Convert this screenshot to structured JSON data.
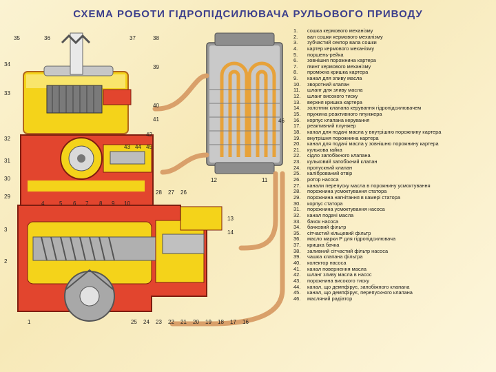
{
  "title": "СХЕМА РОБОТИ ГІДРОПІДСИЛЮВАЧА РУЛЬОВОГО ПРИВОДУ",
  "colors": {
    "background": "#fbf3d2",
    "title": "#3c3f8c",
    "housing_red": "#e2452e",
    "oil_yellow": "#f4d31a",
    "pipe_tan": "#d9a06a",
    "steel_grey": "#a8a8a8"
  },
  "callouts": {
    "c36": "36",
    "c37": "37",
    "c38": "38",
    "c35": "35",
    "c34": "34",
    "c33": "33",
    "c39": "39",
    "c40": "40",
    "c41": "41",
    "c42": "42",
    "c1": "1",
    "c2": "2",
    "c3": "3",
    "c4": "4",
    "c5": "5",
    "c6": "6",
    "c7": "7",
    "c8": "8",
    "c9": "9",
    "c10": "10",
    "c11": "11",
    "c12": "12",
    "c13": "13",
    "c14": "14",
    "c16": "16",
    "c17": "17",
    "c18": "18",
    "c19": "19",
    "c20": "20",
    "c21": "21",
    "c22": "22",
    "c23": "23",
    "c24": "24",
    "c25": "25",
    "c26": "26",
    "c27": "27",
    "c28": "28",
    "c29": "29",
    "c30": "30",
    "c31": "31",
    "c32": "32",
    "c43": "43",
    "c44": "44",
    "c45": "45",
    "c46": "46"
  },
  "legend": [
    {
      "num": "1.",
      "text": "сошка кермового механізму"
    },
    {
      "num": "2.",
      "text": "вал сошки кермового механізму"
    },
    {
      "num": "3.",
      "text": "зубчастий сектор вала сошки"
    },
    {
      "num": "4.",
      "text": "картер кермового механізму"
    },
    {
      "num": "5.",
      "text": "поршень-рейка"
    },
    {
      "num": "6.",
      "text": "зовнішня порожнина картера"
    },
    {
      "num": "7.",
      "text": "гвинт кермового механізму"
    },
    {
      "num": "8.",
      "text": "проміжна кришка картера"
    },
    {
      "num": "9.",
      "text": "канал для зливу масла"
    },
    {
      "num": "10.",
      "text": "зворотний клапан"
    },
    {
      "num": "11.",
      "text": "шланг для зливу масла"
    },
    {
      "num": "12.",
      "text": "шланг високого тиску"
    },
    {
      "num": "13.",
      "text": "верхня кришка картера"
    },
    {
      "num": "14.",
      "text": "золотник клапана керування гідропідсилювачем"
    },
    {
      "num": "15.",
      "text": "пружина реактивного плунжера"
    },
    {
      "num": "16.",
      "text": "корпус клапана керування"
    },
    {
      "num": "17.",
      "text": "реактивний плунжер"
    },
    {
      "num": "18.",
      "text": "канал для подачі масла у внутрішню порожнину картера"
    },
    {
      "num": "19.",
      "text": "внутрішня порожнина картера"
    },
    {
      "num": "20.",
      "text": "канал для подачі масла у зовнішню порожнину картера"
    },
    {
      "num": "21.",
      "text": "кулькова гайка"
    },
    {
      "num": "22.",
      "text": "сідло запобіжного клапана"
    },
    {
      "num": "23.",
      "text": "кульковий запобіжний клапан"
    },
    {
      "num": "24.",
      "text": "пропускний клапан"
    },
    {
      "num": "25.",
      "text": "калібрований отвір"
    },
    {
      "num": "26.",
      "text": "ротор насоса"
    },
    {
      "num": "27.",
      "text": "канали перепуску масла в порожнину усмоктування"
    },
    {
      "num": "28.",
      "text": "порожнина усмоктування статора"
    },
    {
      "num": "29.",
      "text": "порожнина нагнітання в камері статора"
    },
    {
      "num": "30.",
      "text": "корпус статора"
    },
    {
      "num": "31.",
      "text": "порожнина усмоктування насоса"
    },
    {
      "num": "32.",
      "text": "канал подачі масла"
    },
    {
      "num": "33.",
      "text": "бачок насоса"
    },
    {
      "num": "34.",
      "text": "бачковий фільтр"
    },
    {
      "num": "35.",
      "text": "сітчастий кільцевий фільтр"
    },
    {
      "num": "36.",
      "text": "масло марки Р для гідропідсилювача"
    },
    {
      "num": "37.",
      "text": "кришка бачка"
    },
    {
      "num": "38.",
      "text": "заливний сітчастий фільтр насоса"
    },
    {
      "num": "39.",
      "text": "чашка клапана фільтра"
    },
    {
      "num": "40.",
      "text": "колектор насоса"
    },
    {
      "num": "41.",
      "text": "канал повернення масла"
    },
    {
      "num": "42.",
      "text": "шланг зливу масла в насос"
    },
    {
      "num": "43.",
      "text": "порожнина високого тиску"
    },
    {
      "num": "44.",
      "text": "канал, що демпфірує, запобіжного клапана"
    },
    {
      "num": "45.",
      "text": "канал, що демпфірує, перепускного клапана"
    },
    {
      "num": "46.",
      "text": "масляний радіатор"
    }
  ]
}
